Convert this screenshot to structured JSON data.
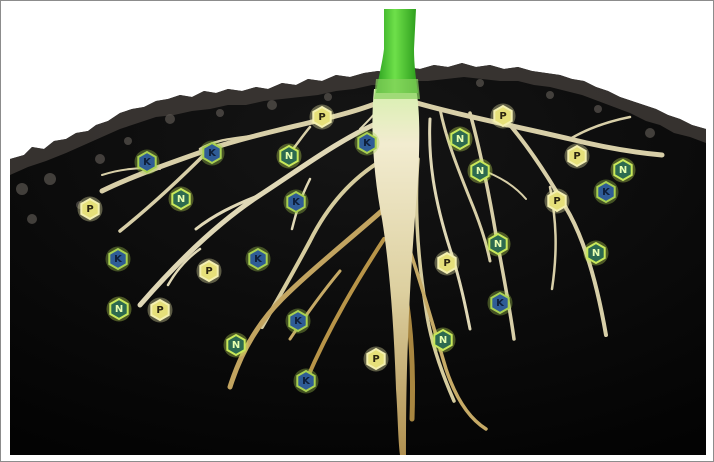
{
  "diagram": {
    "subject": "plant roots absorbing soil nutrients",
    "colors": {
      "soil": "#0a0a0a",
      "soil_crust": "#4a4642",
      "stem": "#3cbf2a",
      "root_light": "#efe8c8",
      "root_dark": "#9a7a38",
      "n_fill": "#2d6a50",
      "n_ring": "#c8e85a",
      "n_text": "#e8ffb0",
      "k_fill": "#2f5c96",
      "k_ring": "#a8d050",
      "k_text": "#0e1e3a",
      "p_fill": "#e6e07a",
      "p_ring": "#f4f0b0",
      "p_text": "#2a2410"
    },
    "nutrients": [
      {
        "symbol": "P",
        "kind": "phosphorus"
      },
      {
        "symbol": "K",
        "kind": "potassium"
      },
      {
        "symbol": "N",
        "kind": "nitrogen"
      },
      {
        "symbol": "K",
        "kind": "potassium"
      },
      {
        "symbol": "K",
        "kind": "potassium"
      },
      {
        "symbol": "N",
        "kind": "nitrogen"
      },
      {
        "symbol": "N",
        "kind": "nitrogen"
      },
      {
        "symbol": "P",
        "kind": "phosphorus"
      },
      {
        "symbol": "K",
        "kind": "potassium"
      },
      {
        "symbol": "K",
        "kind": "potassium"
      },
      {
        "symbol": "P",
        "kind": "phosphorus"
      },
      {
        "symbol": "K",
        "kind": "potassium"
      },
      {
        "symbol": "N",
        "kind": "nitrogen"
      },
      {
        "symbol": "P",
        "kind": "phosphorus"
      },
      {
        "symbol": "K",
        "kind": "potassium"
      },
      {
        "symbol": "N",
        "kind": "nitrogen"
      },
      {
        "symbol": "P",
        "kind": "phosphorus"
      },
      {
        "symbol": "N",
        "kind": "nitrogen"
      },
      {
        "symbol": "P",
        "kind": "phosphorus"
      },
      {
        "symbol": "K",
        "kind": "potassium"
      },
      {
        "symbol": "N",
        "kind": "nitrogen"
      },
      {
        "symbol": "P",
        "kind": "phosphorus"
      },
      {
        "symbol": "P",
        "kind": "phosphorus"
      },
      {
        "symbol": "N",
        "kind": "nitrogen"
      },
      {
        "symbol": "K",
        "kind": "potassium"
      },
      {
        "symbol": "N",
        "kind": "nitrogen"
      },
      {
        "symbol": "K",
        "kind": "potassium"
      },
      {
        "symbol": "P",
        "kind": "phosphorus"
      },
      {
        "symbol": "N",
        "kind": "nitrogen"
      }
    ]
  }
}
